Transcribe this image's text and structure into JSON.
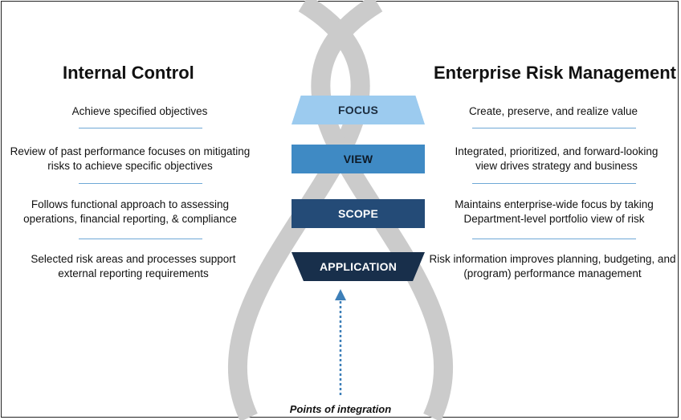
{
  "left": {
    "title": "Internal Control",
    "items": [
      "Achieve specified objectives",
      "Review of past performance focuses on mitigating risks to achieve specific objectives",
      "Follows functional approach to assessing operations, financial reporting, & compliance",
      "Selected risk areas and processes support external reporting requirements"
    ]
  },
  "right": {
    "title": "Enterprise Risk Management",
    "items": [
      "Create, preserve, and realize value",
      "Integrated, prioritized, and forward-looking view drives strategy and business",
      "Maintains enterprise-wide focus by taking Department-level portfolio view of risk",
      "Risk information improves planning, budgeting, and (program) performance management"
    ]
  },
  "bands": [
    {
      "label": "FOCUS",
      "color": "#9ccbef",
      "text_color": "#1c2d3f"
    },
    {
      "label": "VIEW",
      "color": "#3f8ac4",
      "text_color": "#0e1a27"
    },
    {
      "label": "SCOPE",
      "color": "#244b77",
      "text_color": "#ffffff"
    },
    {
      "label": "APPLICATION",
      "color": "#182f4b",
      "text_color": "#ffffff"
    }
  ],
  "caption": "Points of integration",
  "colors": {
    "helix": "#cbcbcb",
    "rule": "#6fa8d6",
    "arrow": "#3d7fb8"
  }
}
